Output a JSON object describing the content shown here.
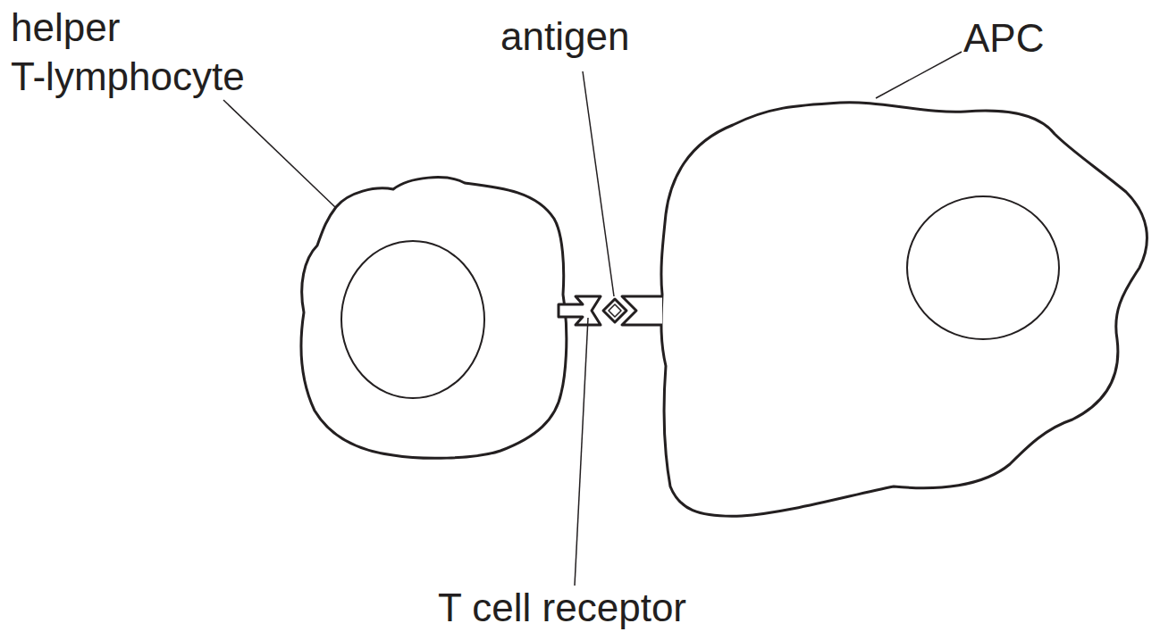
{
  "diagram": {
    "labels": [
      "helper T-lymphocyte",
      "antigen",
      "APC",
      "T cell receptor"
    ]
  }
}
